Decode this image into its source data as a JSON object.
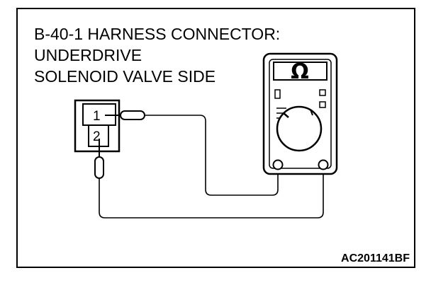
{
  "title": {
    "line1": "B-40-1 HARNESS CONNECTOR:",
    "line2": "UNDERDRIVE",
    "line3": "SOLENOID VALVE SIDE"
  },
  "connector": {
    "pin1": "1",
    "pin2": "2"
  },
  "meter": {
    "unit_symbol": "Ω"
  },
  "reference_code": "AC201141BF",
  "colors": {
    "ink": "#000000",
    "background": "#ffffff"
  }
}
